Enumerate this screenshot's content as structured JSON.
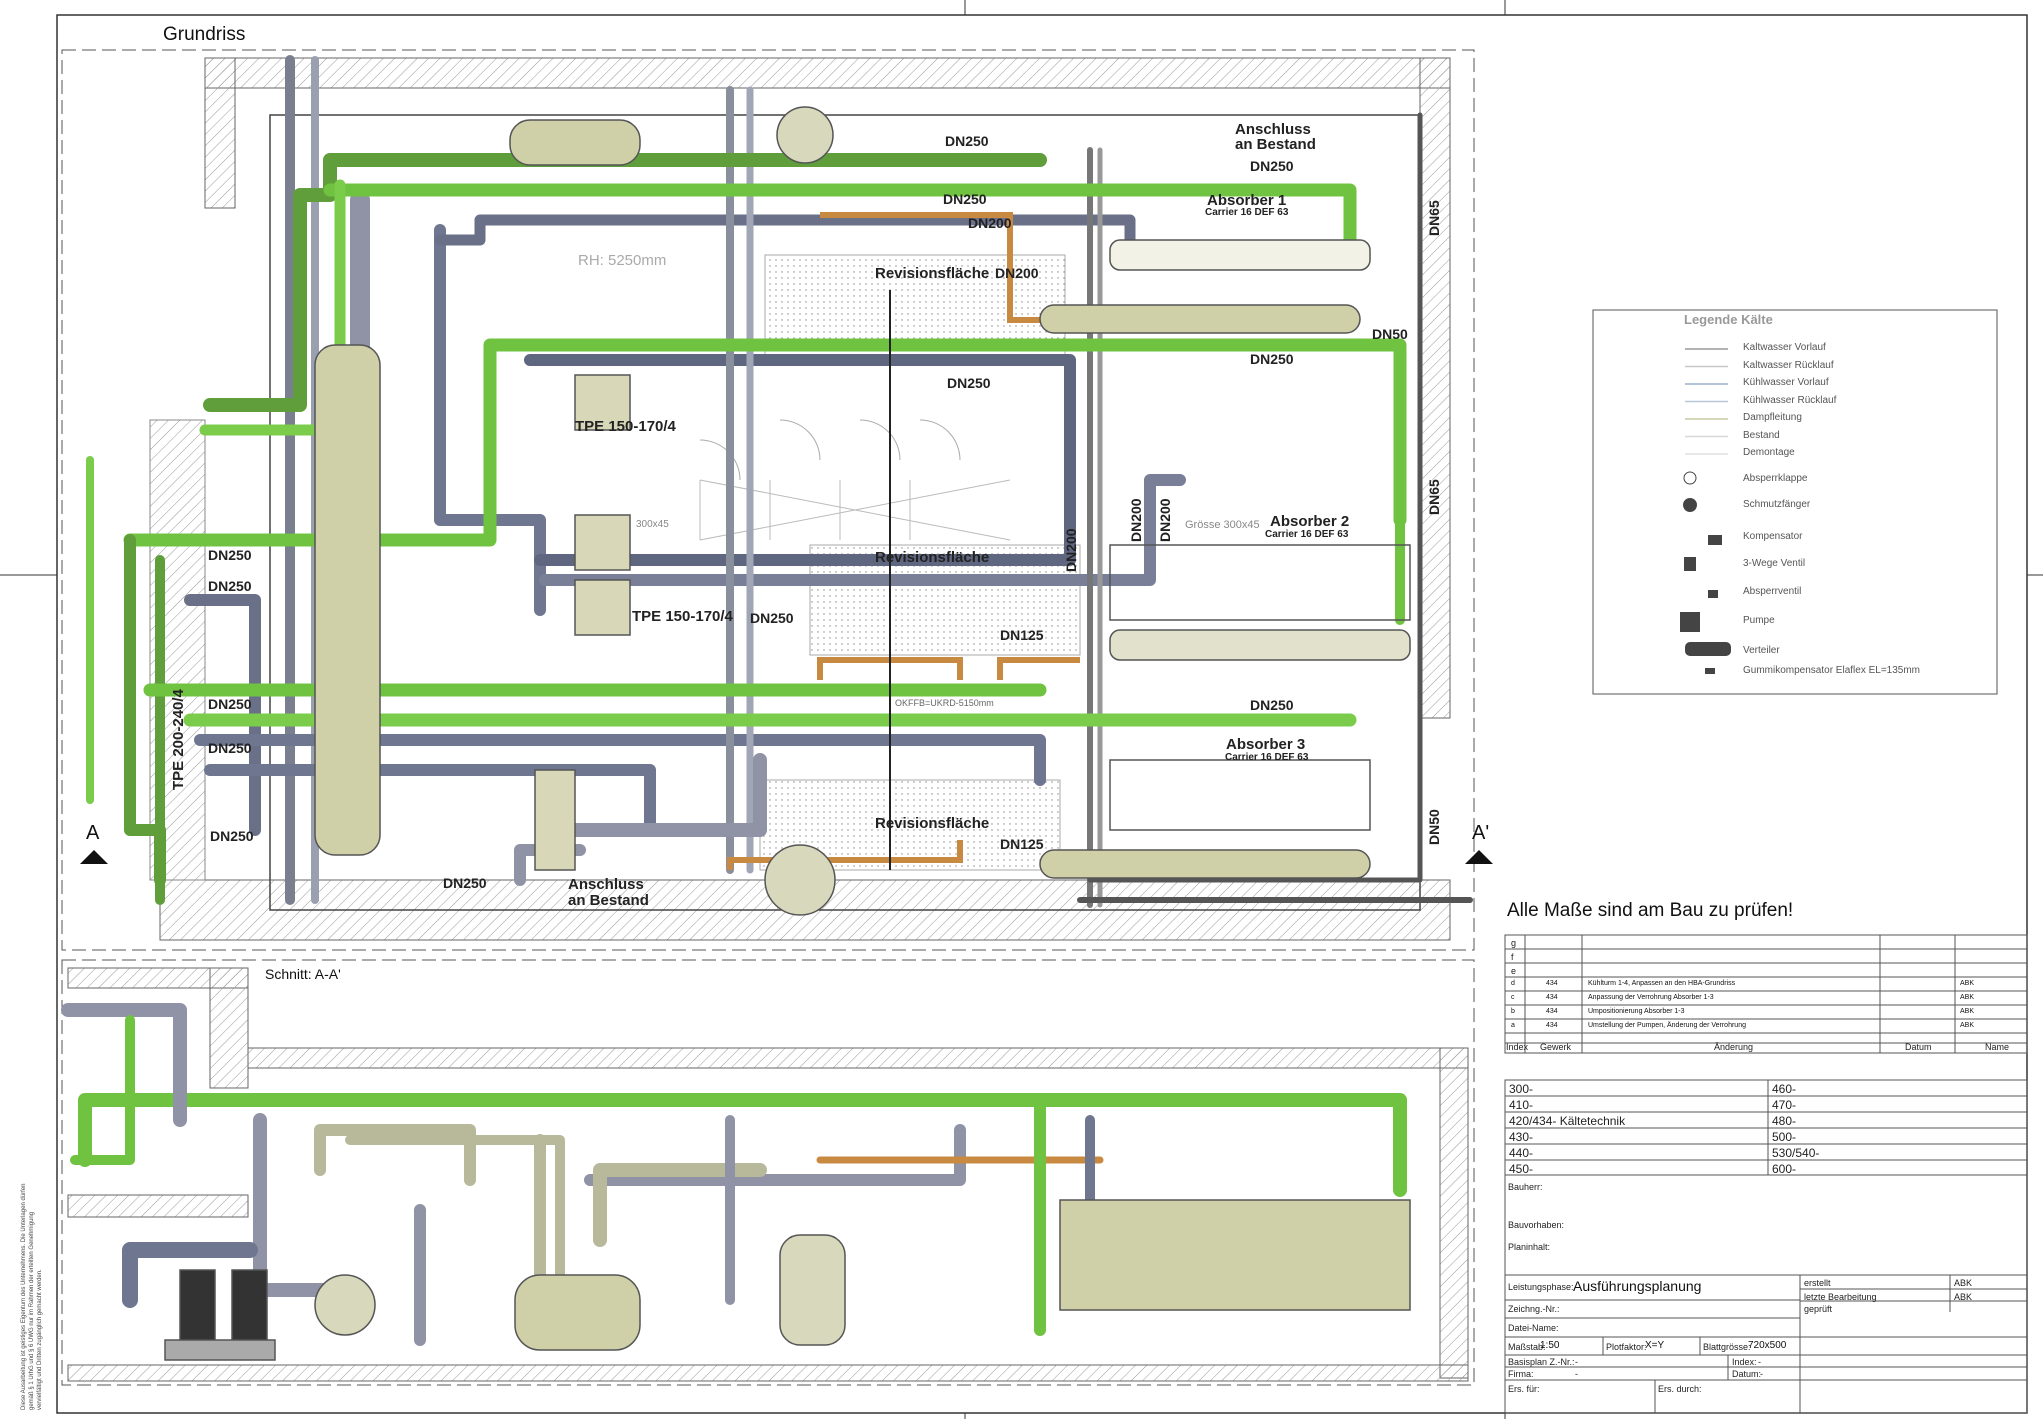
{
  "plan": {
    "title": "Grundriss",
    "section_title": "Schnitt: A-A'",
    "marker_left": "A",
    "marker_right": "A'",
    "dn_labels": [
      "DN250",
      "DN250",
      "DN250",
      "DN200",
      "DN200",
      "DN250",
      "DN50",
      "DN250",
      "DN65",
      "DN65",
      "DN200",
      "DN200",
      "DN200",
      "DN250",
      "DN250",
      "DN250",
      "DN250",
      "DN125",
      "DN250",
      "DN125",
      "DN250",
      "DN250",
      "DN250",
      "DN50"
    ],
    "revision": "Revisionsfläche",
    "pump_1": "TPE 150-170/4",
    "pump_2": "TPE 150-170/4",
    "pump_3": "TPE 200-240/4",
    "connection": "Anschluss\nan Bestand",
    "connection_2": "Anschluss\nan Bestand",
    "absorber_1": "Absorber 1",
    "absorber_2": "Absorber 2",
    "absorber_3": "Absorber 3",
    "carrier": "Carrier 16 DEF 63",
    "rh": "RH: 5250mm",
    "opening": "300x45",
    "opening_2": "Grösse 300x45",
    "okffb": "OKFFB=UKRD-5150mm",
    "note": "Alle Maße sind am Bau zu prüfen!"
  },
  "legend": {
    "title": "Legende Kälte",
    "lines": [
      {
        "label": "Kaltwasser Vorlauf",
        "color": "#9a9a9a"
      },
      {
        "label": "Kaltwasser Rücklauf",
        "color": "#c8c8c8"
      },
      {
        "label": "Kühlwasser Vorlauf",
        "color": "#9ab0c8"
      },
      {
        "label": "Kühlwasser Rücklauf",
        "color": "#b8c8d8"
      },
      {
        "label": "Dampfleitung",
        "color": "#c8c8a0"
      },
      {
        "label": "Bestand",
        "color": "#d8d8d8"
      },
      {
        "label": "Demontage",
        "color": "#e0e0e0"
      }
    ],
    "symbols": [
      "Absperrklappe",
      "Schmutzfänger",
      "Kompensator",
      "3-Wege Ventil",
      "Absperrventil",
      "Pumpe",
      "Verteiler",
      "Gummikompensator Elaflex EL=135mm"
    ]
  },
  "revisions": {
    "empty_rows": [
      "g",
      "f",
      "e"
    ],
    "rows": [
      {
        "index": "d",
        "gewerk": "434",
        "aenderung": "Kühlturm 1-4, Anpassen an den HBA-Grundriss",
        "datum": "",
        "name": "ABK"
      },
      {
        "index": "c",
        "gewerk": "434",
        "aenderung": "Anpassung der Verrohrung Absorber 1-3",
        "datum": "",
        "name": "ABK"
      },
      {
        "index": "b",
        "gewerk": "434",
        "aenderung": "Umpositionierung Absorber 1-3",
        "datum": "",
        "name": "ABK"
      },
      {
        "index": "a",
        "gewerk": "434",
        "aenderung": "Umstellung der Pumpen, Änderung der Verrohrung",
        "datum": "",
        "name": "ABK"
      }
    ],
    "headers": {
      "index": "Index",
      "gewerk": "Gewerk",
      "aenderung": "Änderung",
      "datum": "Datum",
      "name": "Name"
    }
  },
  "codes": {
    "left": [
      "300-",
      "410-",
      "420/434- Kältetechnik",
      "430-",
      "440-",
      "450-"
    ],
    "right": [
      "460-",
      "470-",
      "480-",
      "500-",
      "530/540-",
      "600-"
    ]
  },
  "titleblock": {
    "bauherr": "Bauherr:",
    "bauvorhaben": "Bauvorhaben:",
    "planinhalt": "Planinhalt:",
    "leistungsphase_label": "Leistungsphase:",
    "leistungsphase": "Ausführungsplanung",
    "zeichng_nr": "Zeichng.-Nr.:",
    "dateiname": "Datei-Name:",
    "massstab_label": "Maßstab:",
    "massstab": "1:50",
    "plotfaktor_label": "Plotfaktor:",
    "plotfaktor": "X=Y",
    "blattgroesse_label": "Blattgrösse:",
    "blattgroesse": "720x500",
    "basisplan": "Basisplan Z.-Nr.:",
    "basisplan_val": "-",
    "index": "Index:",
    "index_val": "-",
    "firma": "Firma:",
    "firma_val": "-",
    "datum": "Datum:",
    "datum_val": "-",
    "ers_fuer": "Ers. für:",
    "ers_durch": "Ers. durch:",
    "erstellt": "erstellt",
    "erstellt_val": "ABK",
    "letzte": "letzte Bearbeitung",
    "letzte_val": "ABK",
    "geprueft": "geprüft"
  },
  "side_note": "Diese Ausarbeitung ist geistiges Eigentum des Unternehmens. Die Unterlagen dürfen gemäß § 1 UrhG und § 6 UWG nur im Rahmen der erteilten Genehmigung vervielfältigt und Dritten zugänglich gemacht werden."
}
